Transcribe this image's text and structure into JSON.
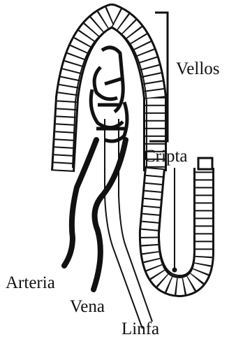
{
  "labels": {
    "vellos": "Vellos",
    "cripta": "Cripta",
    "arteria": "Arteria",
    "vena": "Vena",
    "linfa": "Linfa"
  },
  "colors": {
    "ink": "#111111",
    "cell_fill": "#ffffff",
    "background": "#ffffff"
  },
  "icons": {
    "villus": "villus-epithelium-drawing",
    "crypt": "crypt-epithelium-drawing",
    "artery": "artery-vessel-line",
    "vein": "vein-vessel-line",
    "lymph": "lymph-vessel-outline",
    "capillary_network": "capillary-network-drawing",
    "bracket": "villus-span-bracket"
  }
}
